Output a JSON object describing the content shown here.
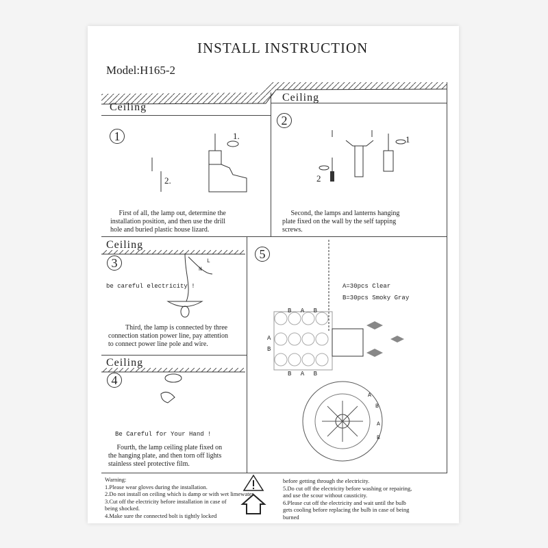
{
  "title": "INSTALL INSTRUCTION",
  "model": "Model:H165-2",
  "ceiling_label": "Ceiling",
  "steps": [
    {
      "number": "1",
      "labels": [
        "1.",
        "2."
      ],
      "text": "     First of all, the lamp out, determine the\ninstallation position, and then use the drill\nhole and buried plastic house lizard."
    },
    {
      "number": "2",
      "labels": [
        "1",
        "2"
      ],
      "text": "     Second, the lamps and lanterns hanging\nplate fixed on the wall by the self tapping\nscrews."
    },
    {
      "number": "3",
      "labels": [
        "L",
        "N"
      ],
      "note": "be careful electricity !",
      "text": "          Third, the lamp is connected by three\nconnection station power line, pay attention\nto connect power line pole and wire."
    },
    {
      "number": "4",
      "note": "Be Careful for Your Hand !",
      "text": "     Fourth, the lamp ceiling plate fixed on\nthe hanging plate, and then torn off lights\nstainless steel protective film."
    },
    {
      "number": "5",
      "legend": [
        "A=30pcs Clear",
        "B=30pcs Smoky Gray"
      ],
      "side_labels": {
        "top": "B A B",
        "bottom": "B A B",
        "left": [
          "A",
          "B"
        ],
        "round": [
          "A",
          "B",
          "A",
          "B"
        ]
      }
    }
  ],
  "warning": {
    "heading": "Warning:",
    "left": [
      "1.Please wear gloves during the installation.",
      "2.Do not install on ceiling which is damp or with wet limewater.",
      "3.Cut off the electricity before installation in case of",
      "being shocked.",
      "4.Make sure the connected bolt is tightly locked"
    ],
    "right": [
      "before getting through the electricity.",
      "5.Do cut off the electricity before washing or repairing,",
      "and use the scour without causticity.",
      "6.Please cut off the electricity and wait until the bulb",
      "gets cooling before replacing the bulb in case of being",
      "burned"
    ]
  }
}
